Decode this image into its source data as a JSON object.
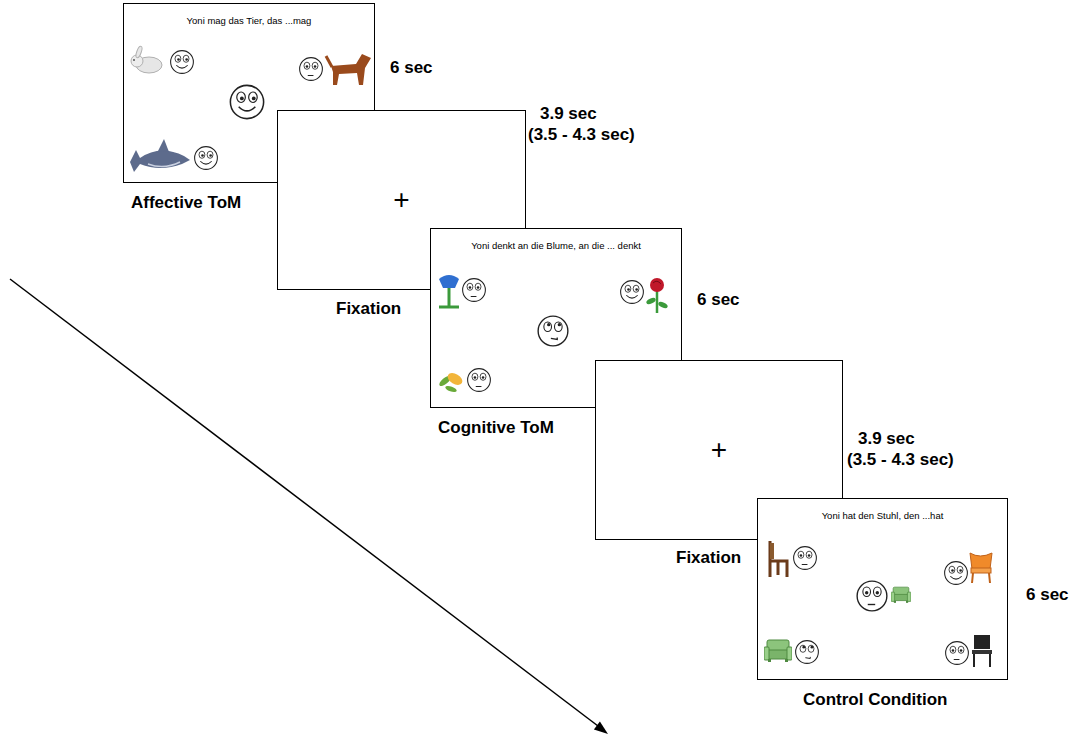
{
  "diagram": {
    "nodes": [
      {
        "text": [
          "Yoni mag das Tier, das ...mag",
          "Affective ToM"
        ]
      },
      {
        "text": [
          "+",
          "Fixation"
        ]
      },
      {
        "text": [
          "Yoni denkt an die Blume, an die ... denkt",
          "Cognitive ToM"
        ]
      },
      {
        "text": [
          "+",
          "Fixation"
        ]
      },
      {
        "text": [
          "Yoni hat den Stuhl, den ...hat",
          "Control Condition"
        ]
      }
    ],
    "edges": [],
    "labels": [
      "6 sec",
      "3.9 sec",
      "(3.5 - 4.3 sec)",
      "6 sec",
      "3.9 sec",
      "(3.5 - 4.3 sec)",
      "6 sec"
    ]
  }
}
